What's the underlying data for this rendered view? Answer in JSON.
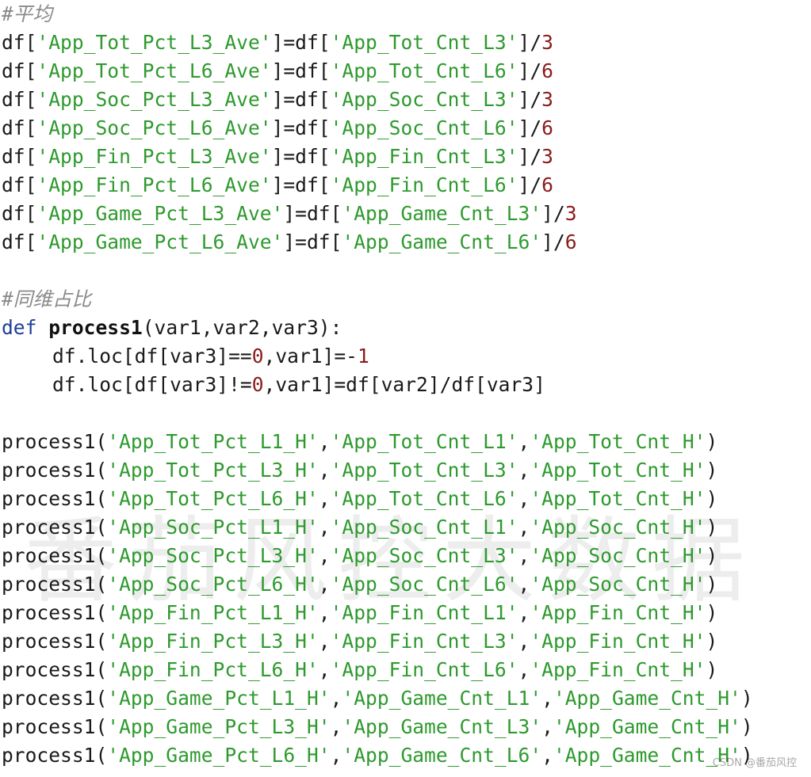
{
  "comments": {
    "average": "#平均",
    "same_dim_ratio": "#同维占比"
  },
  "ave_lines": [
    {
      "lhs": "df[",
      "key": "'App_Tot_Pct_L3_Ave'",
      "mid": "]=df[",
      "src": "'App_Tot_Cnt_L3'",
      "op": "]/",
      "num": "3"
    },
    {
      "lhs": "df[",
      "key": "'App_Tot_Pct_L6_Ave'",
      "mid": "]=df[",
      "src": "'App_Tot_Cnt_L6'",
      "op": "]/",
      "num": "6"
    },
    {
      "lhs": "df[",
      "key": "'App_Soc_Pct_L3_Ave'",
      "mid": "]=df[",
      "src": "'App_Soc_Cnt_L3'",
      "op": "]/",
      "num": "3"
    },
    {
      "lhs": "df[",
      "key": "'App_Soc_Pct_L6_Ave'",
      "mid": "]=df[",
      "src": "'App_Soc_Cnt_L6'",
      "op": "]/",
      "num": "6"
    },
    {
      "lhs": "df[",
      "key": "'App_Fin_Pct_L3_Ave'",
      "mid": "]=df[",
      "src": "'App_Fin_Cnt_L3'",
      "op": "]/",
      "num": "3"
    },
    {
      "lhs": "df[",
      "key": "'App_Fin_Pct_L6_Ave'",
      "mid": "]=df[",
      "src": "'App_Fin_Cnt_L6'",
      "op": "]/",
      "num": "6"
    },
    {
      "lhs": "df[",
      "key": "'App_Game_Pct_L3_Ave'",
      "mid": "]=df[",
      "src": "'App_Game_Cnt_L3'",
      "op": "]/",
      "num": "3"
    },
    {
      "lhs": "df[",
      "key": "'App_Game_Pct_L6_Ave'",
      "mid": "]=df[",
      "src": "'App_Game_Cnt_L6'",
      "op": "]/",
      "num": "6"
    }
  ],
  "def_block": {
    "keyword": "def",
    "func_name": "process1",
    "params": "(var1,var2,var3):",
    "body1_a": "df.loc[df[var3]==",
    "body1_num0": "0",
    "body1_b": ",var1]=-",
    "body1_num1": "1",
    "body2_a": "df.loc[df[var3]!=",
    "body2_num0": "0",
    "body2_b": ",var1]=df[var2]/df[var3]"
  },
  "calls": [
    {
      "fn": "process1(",
      "a": "'App_Tot_Pct_L1_H'",
      "b": "'App_Tot_Cnt_L1'",
      "c": "'App_Tot_Cnt_H'"
    },
    {
      "fn": "process1(",
      "a": "'App_Tot_Pct_L3_H'",
      "b": "'App_Tot_Cnt_L3'",
      "c": "'App_Tot_Cnt_H'"
    },
    {
      "fn": "process1(",
      "a": "'App_Tot_Pct_L6_H'",
      "b": "'App_Tot_Cnt_L6'",
      "c": "'App_Tot_Cnt_H'"
    },
    {
      "fn": "process1(",
      "a": "'App_Soc_Pct_L1_H'",
      "b": "'App_Soc_Cnt_L1'",
      "c": "'App_Soc_Cnt_H'"
    },
    {
      "fn": "process1(",
      "a": "'App_Soc_Pct_L3_H'",
      "b": "'App_Soc_Cnt_L3'",
      "c": "'App_Soc_Cnt_H'"
    },
    {
      "fn": "process1(",
      "a": "'App_Soc_Pct_L6_H'",
      "b": "'App_Soc_Cnt_L6'",
      "c": "'App_Soc_Cnt_H'"
    },
    {
      "fn": "process1(",
      "a": "'App_Fin_Pct_L1_H'",
      "b": "'App_Fin_Cnt_L1'",
      "c": "'App_Fin_Cnt_H'"
    },
    {
      "fn": "process1(",
      "a": "'App_Fin_Pct_L3_H'",
      "b": "'App_Fin_Cnt_L3'",
      "c": "'App_Fin_Cnt_H'"
    },
    {
      "fn": "process1(",
      "a": "'App_Fin_Pct_L6_H'",
      "b": "'App_Fin_Cnt_L6'",
      "c": "'App_Fin_Cnt_H'"
    },
    {
      "fn": "process1(",
      "a": "'App_Game_Pct_L1_H'",
      "b": "'App_Game_Cnt_L1'",
      "c": "'App_Game_Cnt_H'"
    },
    {
      "fn": "process1(",
      "a": "'App_Game_Pct_L3_H'",
      "b": "'App_Game_Cnt_L3'",
      "c": "'App_Game_Cnt_H'"
    },
    {
      "fn": "process1(",
      "a": "'App_Game_Pct_L6_H'",
      "b": "'App_Game_Cnt_L6'",
      "c": "'App_Game_Cnt_H'"
    }
  ],
  "punct": {
    "comma": ",",
    "close": ")"
  },
  "watermark": {
    "main": "番茄风控大数据",
    "corner": "CSDN @番茄风控"
  },
  "colors": {
    "string": "#2e9a2e",
    "number": "#8b1a1a",
    "keyword": "#1e3f9a",
    "comment": "#8a8a8a"
  }
}
